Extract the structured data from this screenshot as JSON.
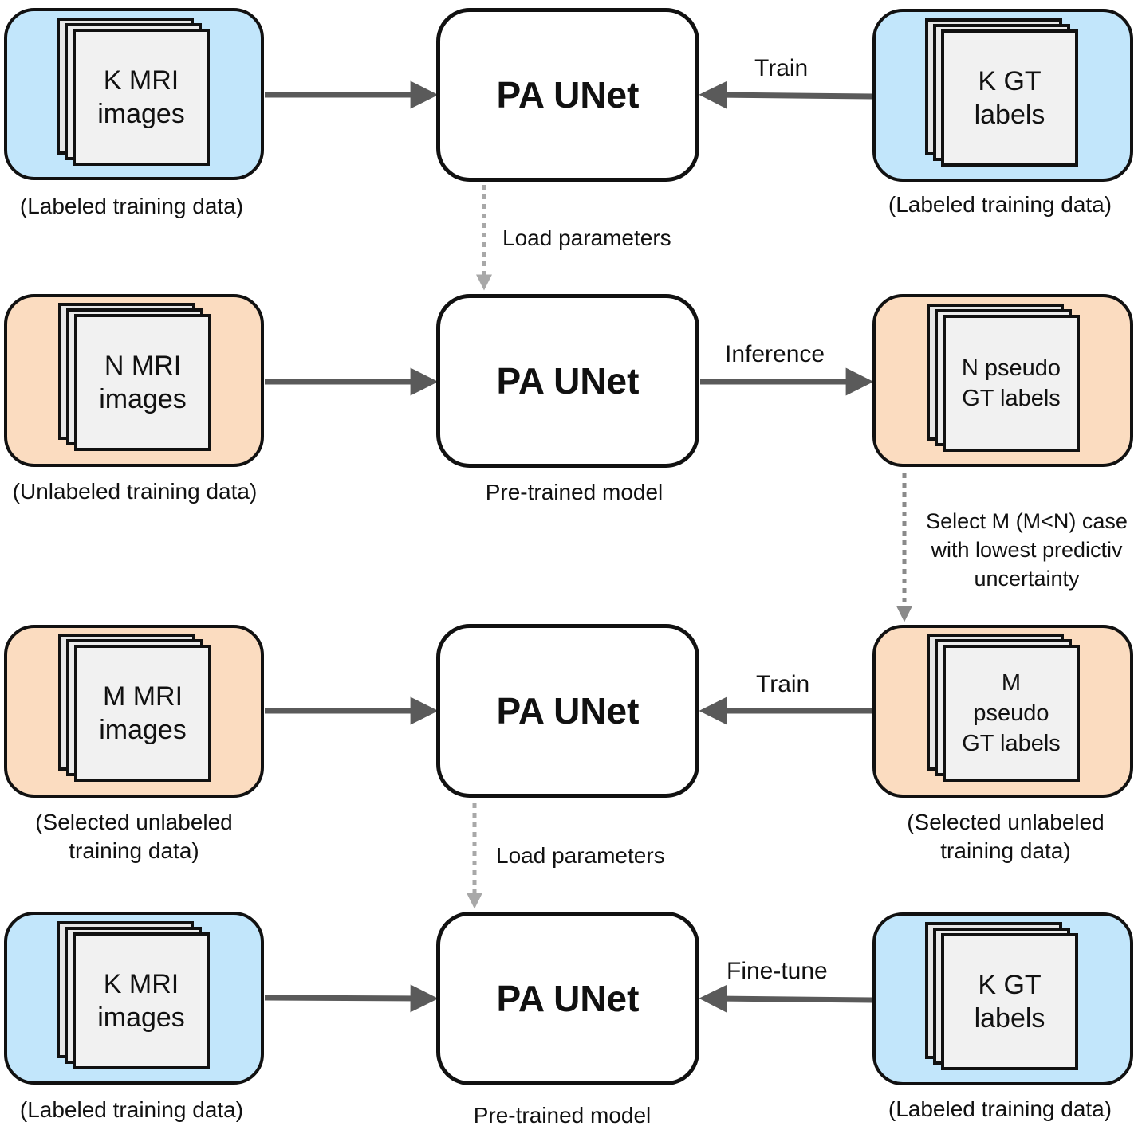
{
  "rows": [
    {
      "left": {
        "text": "K MRI\nimages",
        "caption": "(Labeled training data)",
        "color": "#c2e6fb"
      },
      "model": "PA UNet",
      "model_caption": "",
      "edge": "Train",
      "right": {
        "text": "K GT\nlabels",
        "caption": "(Labeled training data)",
        "color": "#c2e6fb"
      }
    },
    {
      "left": {
        "text": "N MRI\nimages",
        "caption": "(Unlabeled training data)",
        "color": "#fbdcc0"
      },
      "model": "PA UNet",
      "model_caption": "Pre-trained model",
      "edge": "Inference",
      "right": {
        "text": "N pseudo\nGT labels",
        "caption": "",
        "color": "#fbdcc0"
      }
    },
    {
      "left": {
        "text": "M MRI\nimages",
        "caption": "(Selected unlabeled\ntraining data)",
        "color": "#fbdcc0"
      },
      "model": "PA UNet",
      "model_caption": "",
      "edge": "Train",
      "right": {
        "text": "M\npseudo\nGT labels",
        "caption": "(Selected unlabeled\ntraining data)",
        "color": "#fbdcc0"
      }
    },
    {
      "left": {
        "text": "K MRI\nimages",
        "caption": "(Labeled training data)",
        "color": "#c2e6fb"
      },
      "model": "PA UNet",
      "model_caption": "Pre-trained model",
      "edge": "Fine-tune",
      "right": {
        "text": "K GT\nlabels",
        "caption": "(Labeled training data)",
        "color": "#c2e6fb"
      }
    }
  ],
  "load_parameters_1": "Load parameters",
  "load_parameters_2": "Load parameters",
  "select_note": "Select M (M<N) case\nwith lowest predictiv\nuncertainty",
  "colors": {
    "arrow": "#5a5a5a",
    "dotted": "#a8a8a8",
    "select_dotted": "#8a8a8a"
  }
}
